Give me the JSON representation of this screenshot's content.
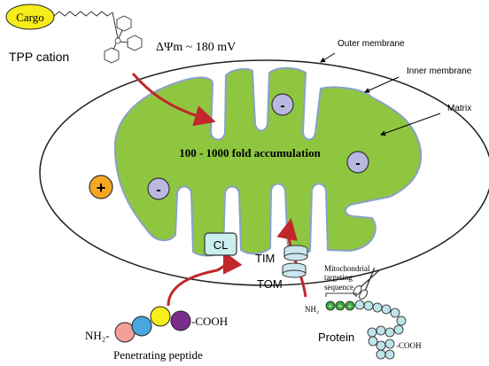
{
  "labels": {
    "cargo": "Cargo",
    "tpp_cation": "TPP cation",
    "membrane_potential": "ΔΨm ~ 180 mV",
    "outer_membrane": "Outer membrane",
    "inner_membrane": "Inner membrane",
    "matrix": "Matrix",
    "accumulation": "100 - 1000 fold accumulation",
    "cl": "CL",
    "tim": "TIM",
    "tom": "TOM",
    "mts_line1": "Mitochondrial",
    "mts_line2": "targeting",
    "mts_line3": "sequence",
    "protein": "Protein",
    "protein_nh2": "NH₂",
    "protein_cooh": "-COOH",
    "peptide_nh2": "NH₂-",
    "peptide_cooh": "-COOH",
    "penetrating_peptide": "Penetrating peptide",
    "minus_sign": "-",
    "plus_sign": "+"
  },
  "colors": {
    "cargo_fill": "#f5ec1a",
    "matrix_fill": "#8fc640",
    "matrix_edge": "#8aa0c8",
    "arrow_red": "#c0282b",
    "negative_charge": "#b8b8e0",
    "positive_charge": "#f5a623",
    "cl_fill": "#cbeeee",
    "bead_pink": "#f4a09a",
    "bead_blue": "#4aa6e0",
    "bead_yellow": "#f7ef1a",
    "bead_purple": "#7a2e8c",
    "protein_bead": "#bfe3ea",
    "mts_bead": "#3aa83a"
  }
}
